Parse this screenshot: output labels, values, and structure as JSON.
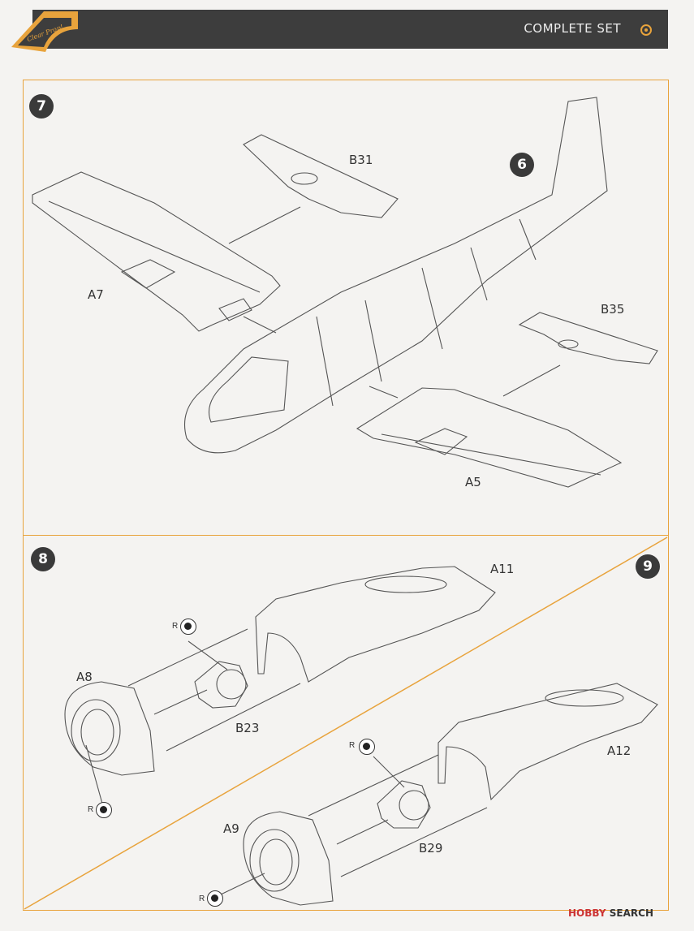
{
  "header": {
    "title": "COMPLETE SET",
    "logo_text": "Clear Prop!"
  },
  "steps": {
    "s7": "7",
    "s6": "6",
    "s8": "8",
    "s9": "9"
  },
  "parts": {
    "b31": "B31",
    "a7": "A7",
    "b35": "B35",
    "a5": "A5",
    "a11": "A11",
    "a8": "A8",
    "b23": "B23",
    "a12": "A12",
    "a9": "A9",
    "b29": "B29"
  },
  "r_marks": {
    "r1": "R",
    "r2": "R",
    "r3": "R",
    "r4": "R"
  },
  "watermark": {
    "brand": "HOBBY",
    "suffix": "SEARCH"
  },
  "colors": {
    "header_bg": "#3d3d3d",
    "accent": "#e8a33c",
    "line": "#555555"
  }
}
